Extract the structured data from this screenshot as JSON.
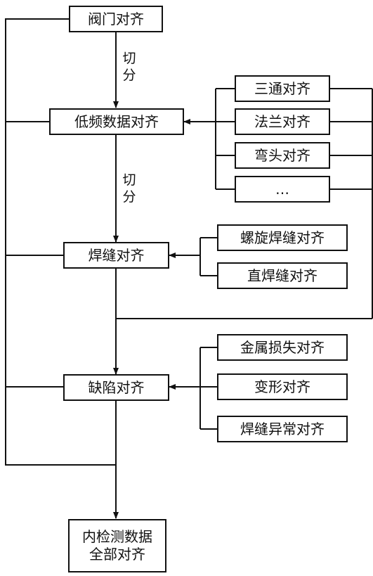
{
  "main_nodes": {
    "valve": "阀门对齐",
    "low_freq": "低频数据对齐",
    "weld": "焊缝对齐",
    "defect": "缺陷对齐",
    "final_line1": "内检测数据",
    "final_line2": "全部对齐"
  },
  "edge_labels": {
    "cut1_line1": "切",
    "cut1_line2": "分",
    "cut2_line1": "切",
    "cut2_line2": "分"
  },
  "low_freq_inputs": [
    "三通对齐",
    "法兰对齐",
    "弯头对齐",
    "…"
  ],
  "weld_inputs": [
    "螺旋焊缝对齐",
    "直焊缝对齐"
  ],
  "defect_inputs": [
    "金属损失对齐",
    "变形对齐",
    "焊缝异常对齐"
  ]
}
